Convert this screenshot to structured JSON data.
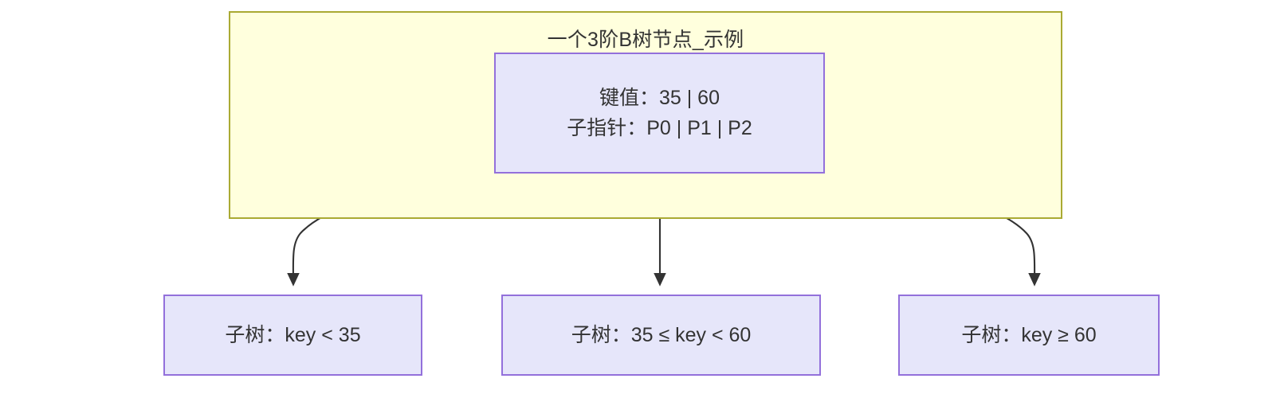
{
  "diagram": {
    "title": "一个3阶B树节点_示例",
    "colors": {
      "subgraph_fill": "#ffffdd",
      "subgraph_stroke": "#aaaa33",
      "node_fill": "#e6e6fa",
      "node_stroke": "#9370db",
      "edge_stroke": "#333333",
      "text": "#333333"
    },
    "root": {
      "keys_line": "键值：35 | 60",
      "pointers_line": "子指针：P0 | P1 | P2"
    },
    "children": [
      {
        "label": "子树：key < 35"
      },
      {
        "label": "子树：35 ≤ key < 60"
      },
      {
        "label": "子树：key ≥ 60"
      }
    ]
  }
}
